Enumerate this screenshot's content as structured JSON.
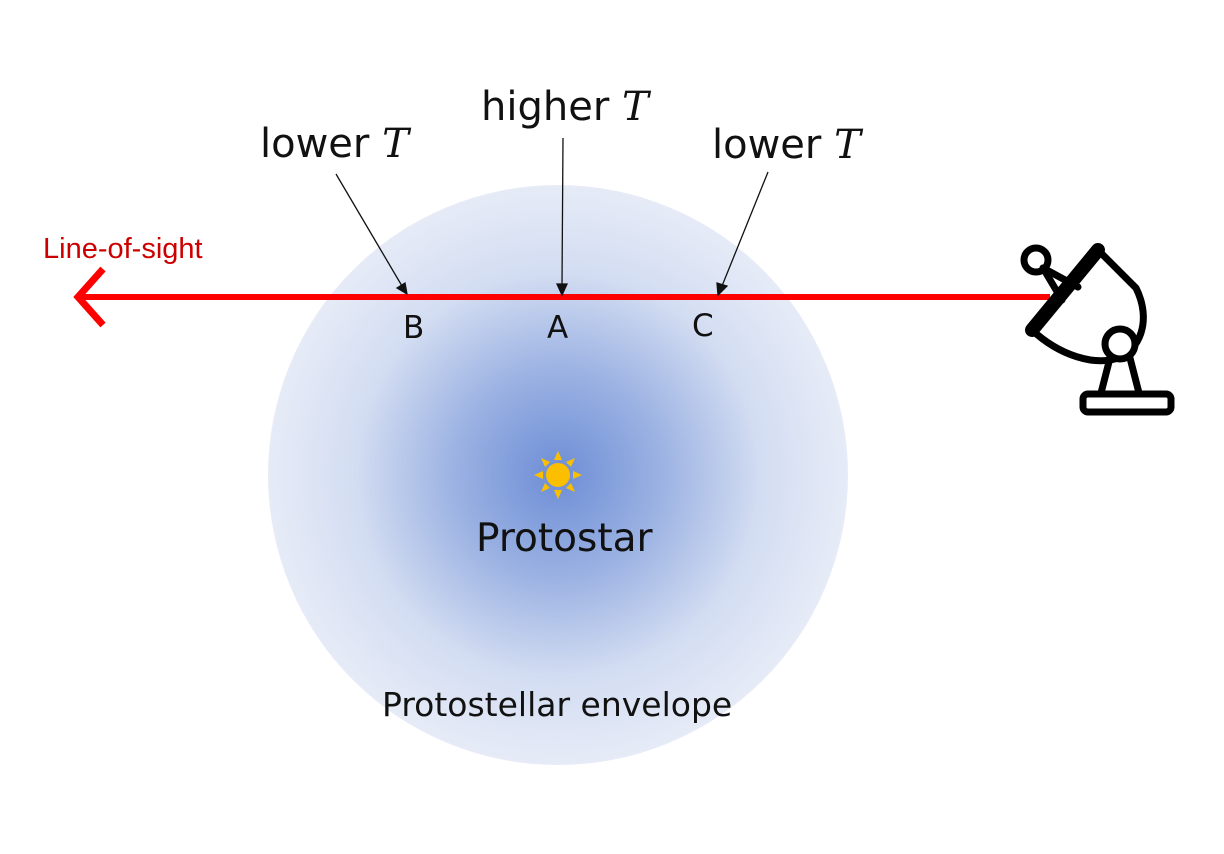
{
  "annotations": {
    "left": {
      "prefix": "lower ",
      "symbol": "T"
    },
    "center": {
      "prefix": "higher ",
      "symbol": "T"
    },
    "right": {
      "prefix": "lower ",
      "symbol": "T"
    }
  },
  "points": {
    "b": "B",
    "a": "A",
    "c": "C"
  },
  "line_of_sight": "Line-of-sight",
  "protostar": "Protostar",
  "envelope": "Protostellar envelope",
  "colors": {
    "line_of_sight": "#ff0000",
    "line_of_sight_label": "#cc0000",
    "envelope_core": "#6f8fd6",
    "envelope_edge": "#e4e9f6",
    "star": "#fbbf00"
  },
  "icons": {
    "star": "sun-icon",
    "observer": "radio-telescope-icon"
  }
}
